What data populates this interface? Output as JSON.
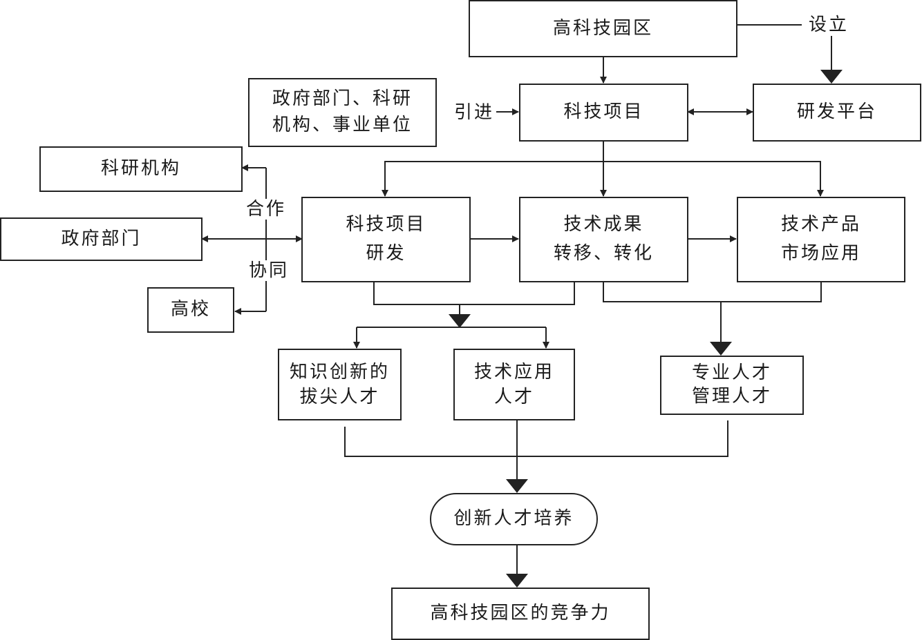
{
  "nodes": {
    "park": "高科技园区",
    "gov_research_line1": "政府部门、科研",
    "gov_research_line2": "机构、事业单位",
    "tech_project": "科技项目",
    "rd_platform": "研发平台",
    "research_institute": "科研机构",
    "government": "政府部门",
    "university": "高校",
    "rd_line1": "科技项目",
    "rd_line2": "研发",
    "transfer_line1": "技术成果",
    "transfer_line2": "转移、转化",
    "market_line1": "技术产品",
    "market_line2": "市场应用",
    "top_talent_line1": "知识创新的",
    "top_talent_line2": "拔尖人才",
    "applied_talent_line1": "技术应用",
    "applied_talent_line2": "人才",
    "pro_talent_line1": "专业人才",
    "pro_talent_line2": "管理人才",
    "cultivation": "创新人才培养",
    "competitiveness": "高科技园区的竞争力"
  },
  "edge_labels": {
    "establish": "设立",
    "introduce": "引进",
    "cooperate": "合作",
    "collaborate": "协同"
  },
  "colors": {
    "line": "#222222",
    "box_fill": "#ffffff"
  }
}
